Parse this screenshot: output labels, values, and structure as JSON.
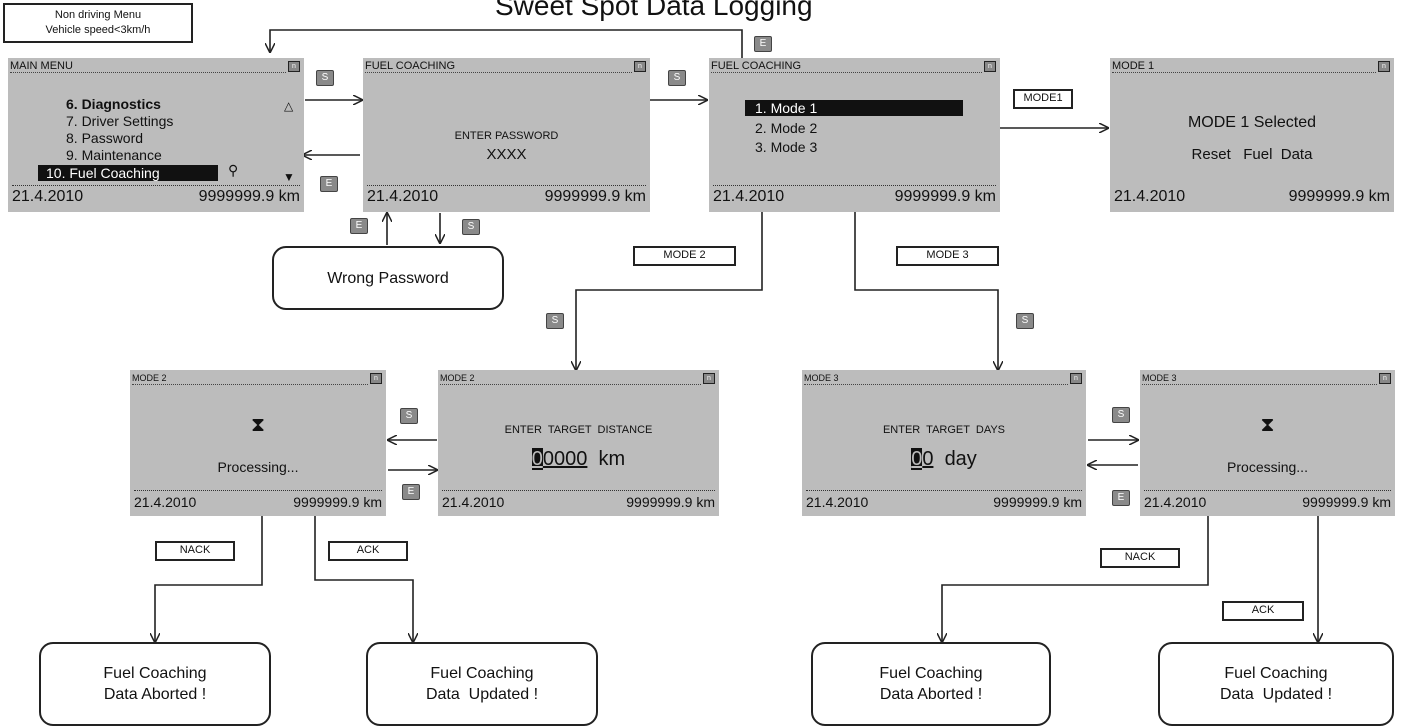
{
  "title": "Sweet Spot Data Logging",
  "note": {
    "line1": "Non driving Menu",
    "line2": "Vehicle speed<3km/h"
  },
  "keys": {
    "s": "S",
    "e": "E"
  },
  "status_icon": "display-status-icon",
  "footer": {
    "date": "21.4.2010",
    "odometer": "9999999.9 km"
  },
  "screens": {
    "main_menu": {
      "header": "MAIN MENU",
      "items": [
        "6. Diagnostics",
        "7. Driver Settings",
        "8. Password",
        "9. Maintenance",
        "10. Fuel Coaching"
      ],
      "selected_index": 4
    },
    "password": {
      "header": "FUEL COACHING",
      "prompt": "ENTER PASSWORD",
      "value": "XXXX"
    },
    "fuel_coaching": {
      "header": "FUEL COACHING",
      "items": [
        "1. Mode  1",
        "2. Mode  2",
        "3. Mode  3"
      ],
      "selected_index": 0
    },
    "mode1": {
      "header": "MODE 1",
      "line1": "MODE 1 Selected",
      "line2": "Reset   Fuel  Data"
    },
    "mode2_processing": {
      "header": "MODE 2",
      "text": "Processing..."
    },
    "mode2_input": {
      "header": "MODE 2",
      "prompt": "ENTER  TARGET  DISTANCE",
      "cursor_digit": "0",
      "value_rest": "0000",
      "unit": "km"
    },
    "mode3_input": {
      "header": "MODE 3",
      "prompt": "ENTER  TARGET  DAYS",
      "cursor_digit": "0",
      "value_rest": "0",
      "unit": "day"
    },
    "mode3_processing": {
      "header": "MODE 3",
      "text": "Processing..."
    }
  },
  "labels": {
    "mode1": "MODE1",
    "mode2": "MODE 2",
    "mode3": "MODE 3",
    "nack": "NACK",
    "ack": "ACK"
  },
  "results": {
    "wrong_password": "Wrong Password",
    "aborted_line1": "Fuel Coaching",
    "aborted_line2": "Data Aborted !",
    "updated_line1": "Fuel Coaching",
    "updated_line2": "Data  Updated !"
  }
}
